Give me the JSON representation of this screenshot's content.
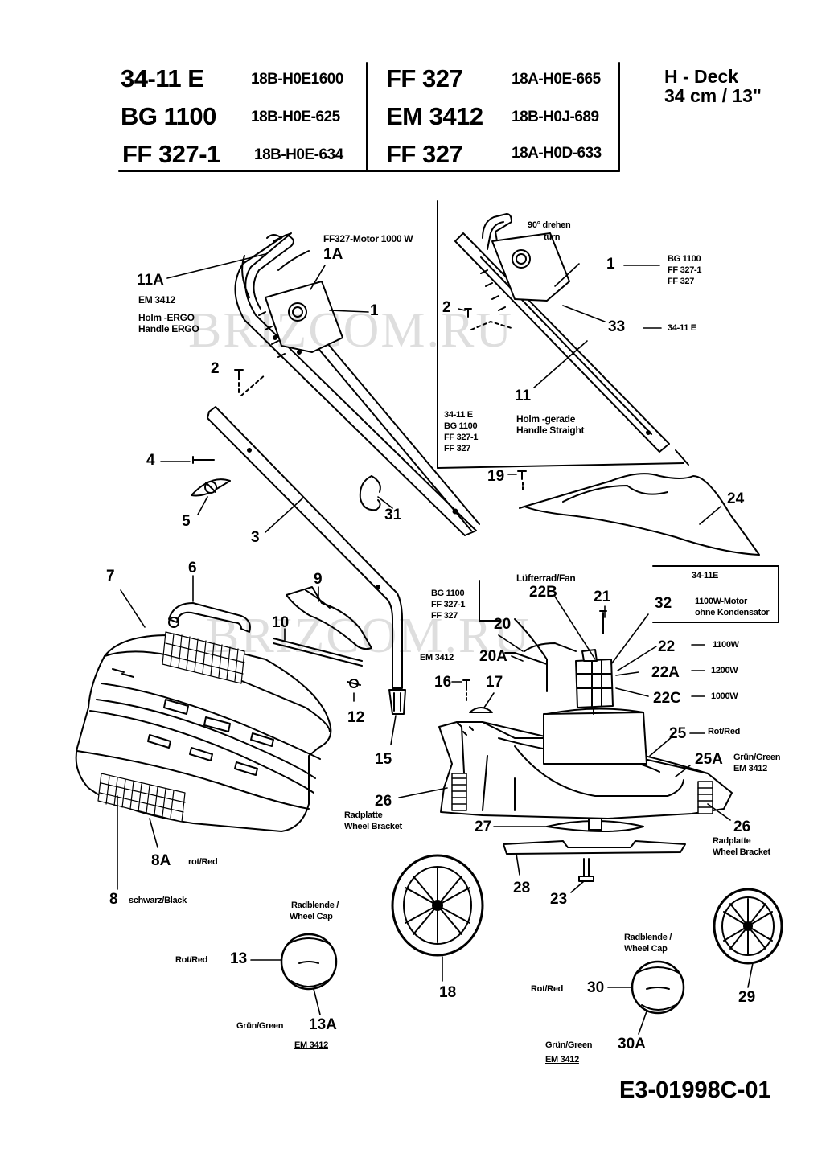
{
  "header": {
    "models": [
      {
        "model": "34-11 E",
        "code": "18B-H0E1600"
      },
      {
        "model": "BG 1100",
        "code": "18B-H0E-625"
      },
      {
        "model": "FF 327-1",
        "code": "18B-H0E-634"
      },
      {
        "model": "FF 327",
        "code": "18A-H0E-665"
      },
      {
        "model": "EM 3412",
        "code": "18B-H0J-689"
      },
      {
        "model": "FF 327",
        "code": "18A-H0D-633"
      }
    ],
    "deck_line1": "H - Deck",
    "deck_line2": "34 cm / 13\""
  },
  "watermark": "BRIZCOM.RU",
  "callouts": {
    "p11A": "11A",
    "p1A": "1A",
    "p1_left": "1",
    "p2_left": "2",
    "p4": "4",
    "p5": "5",
    "p3": "3",
    "p31": "31",
    "p1_right": "1",
    "p2_right": "2",
    "p33": "33",
    "p11": "11",
    "p19": "19",
    "p24": "24",
    "p7": "7",
    "p6": "6",
    "p9": "9",
    "p10": "10",
    "p12": "12",
    "p15": "15",
    "p20": "20",
    "p20A": "20A",
    "p16": "16",
    "p17": "17",
    "p22B": "22B",
    "p21": "21",
    "p32": "32",
    "p22": "22",
    "p22A": "22A",
    "p22C": "22C",
    "p25": "25",
    "p25A": "25A",
    "p26_left": "26",
    "p26_right": "26",
    "p27": "27",
    "p28": "28",
    "p23": "23",
    "p8A": "8A",
    "p8": "8",
    "p13": "13",
    "p13A": "13A",
    "p18": "18",
    "p30": "30",
    "p30A": "30A",
    "p29": "29"
  },
  "labels": {
    "em3412_11a": "EM 3412",
    "holm_ergo": "Holm -ERGO",
    "handle_ergo": "Handle ERGO",
    "motor_1000": "FF327-Motor 1000 W",
    "turn_de": "90° drehen",
    "turn_en": "turn",
    "models_1": [
      "BG 1100",
      "FF 327-1",
      "FF 327"
    ],
    "model_33": "34-11 E",
    "models_11": [
      "34-11 E",
      "BG 1100",
      "FF 327-1",
      "FF 327"
    ],
    "holm_gerade": "Holm -gerade",
    "handle_straight": "Handle Straight",
    "box_title": "34-11E",
    "box_motor1": "1100W-Motor",
    "box_motor2": "ohne Kondensator",
    "fan": "Lüfterrad/Fan",
    "models_20": [
      "BG 1100",
      "FF 327-1",
      "FF 327"
    ],
    "em3412_20a": "EM 3412",
    "w1100": "1100W",
    "w1200": "1200W",
    "w1000": "1000W",
    "rot_red_25": "Rot/Red",
    "gruen_25a": "Grün/Green",
    "em3412_25a": "EM 3412",
    "radplatte": "Radplatte",
    "wheel_bracket": "Wheel Bracket",
    "rot_red_8a": "rot/Red",
    "schwarz": "schwarz/Black",
    "radblende": "Radblende /",
    "wheel_cap": "Wheel Cap",
    "rot_red_13": "Rot/Red",
    "gruen_13a": "Grün/Green",
    "em3412_13a": "EM 3412",
    "rot_red_30": "Rot/Red",
    "gruen_30a": "Grün/Green",
    "em3412_30a": "EM 3412"
  },
  "doc_number": "E3-01998C-01"
}
